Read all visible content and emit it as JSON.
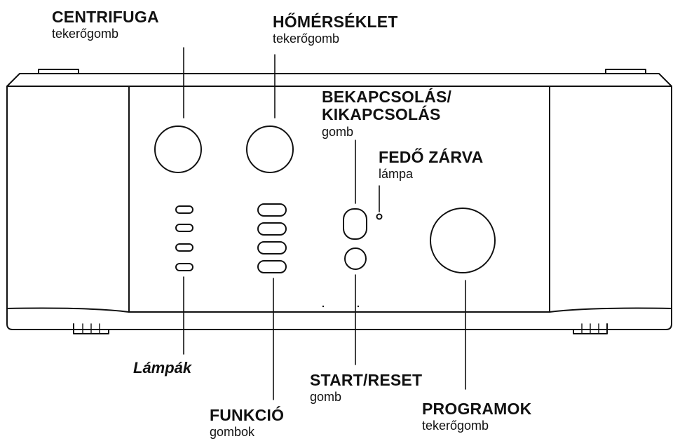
{
  "labels": {
    "centrifuga": {
      "title": "CENTRIFUGA",
      "sub": "tekerőgomb"
    },
    "homerseklet": {
      "title": "HŐMÉRSÉKLET",
      "sub": "tekerőgomb"
    },
    "power": {
      "line1": "BEKAPCSOLÁS/",
      "line2": "KIKAPCSOLÁS",
      "sub": "gomb"
    },
    "lid": {
      "title": "FEDŐ ZÁRVA",
      "sub": "lámpa"
    },
    "lamps": {
      "title": "Lámpák"
    },
    "start": {
      "title": "START/RESET",
      "sub": "gomb"
    },
    "programs": {
      "title": "PROGRAMOK",
      "sub": "tekerőgomb"
    },
    "functions": {
      "title": "FUNKCIÓ",
      "sub": "gombok"
    }
  }
}
